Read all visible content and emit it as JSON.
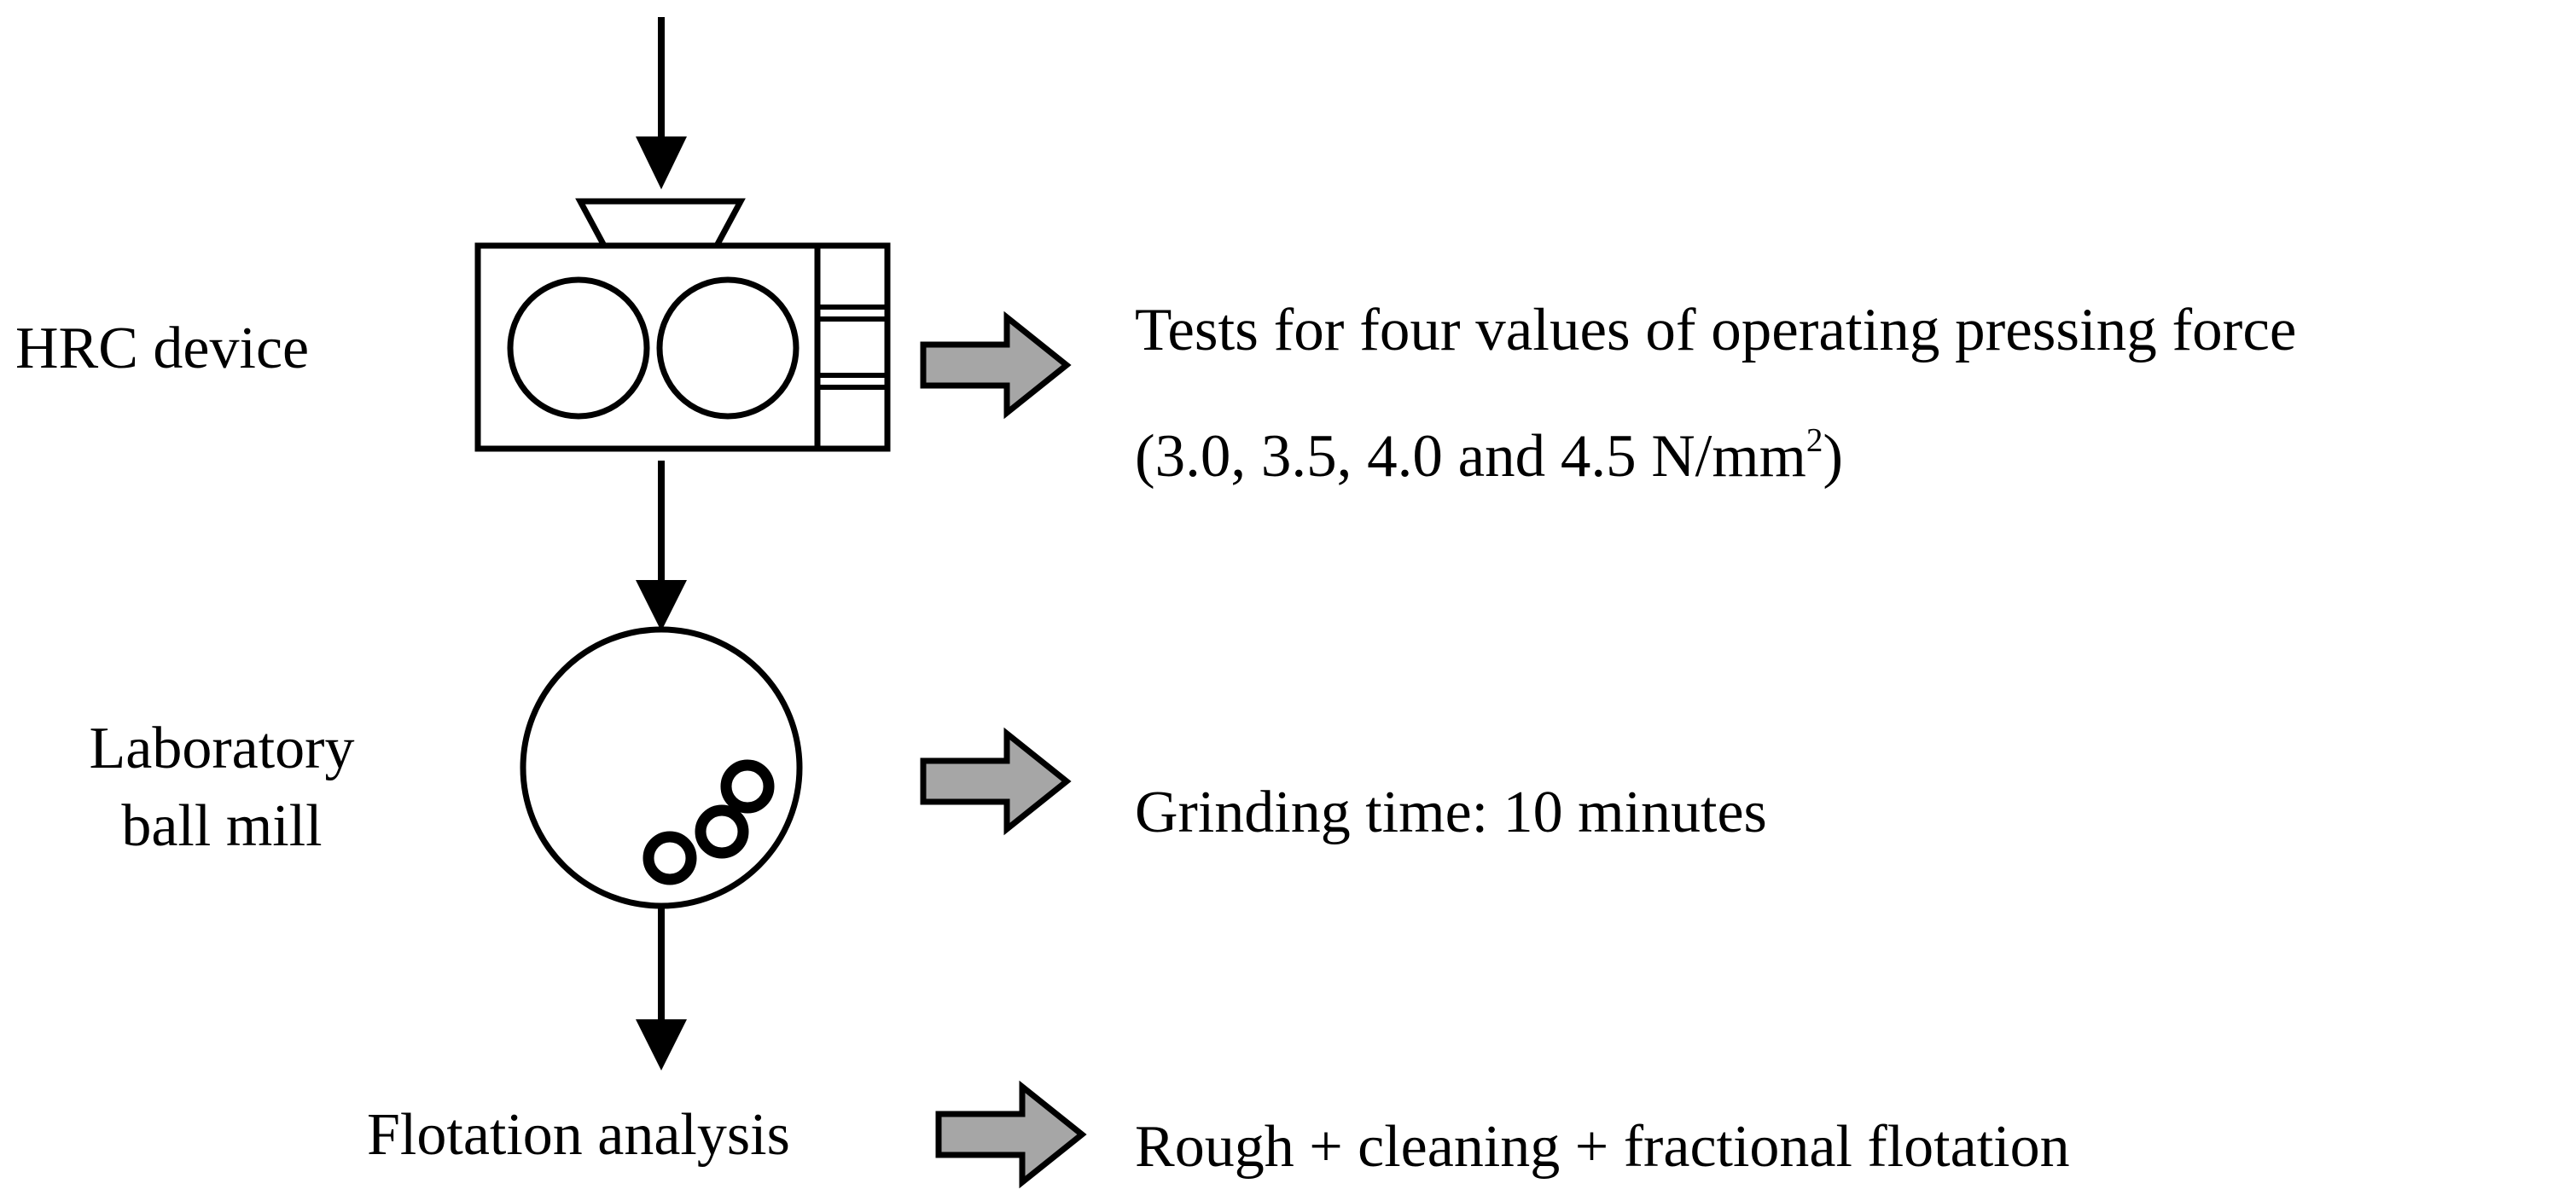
{
  "stages": {
    "hrc": {
      "label": "HRC device",
      "note_line1": "Tests for four values of operating pressing force",
      "note_line2_prefix": "(3.0, 3.5, 4.0 and 4.5 N/mm",
      "note_line2_sup": "2",
      "note_line2_suffix": ")"
    },
    "mill": {
      "label_line1": "Laboratory",
      "label_line2": "ball mill",
      "note": "Grinding time: 10 minutes"
    },
    "flotation": {
      "label": "Flotation analysis",
      "note": "Rough + cleaning + fractional flotation"
    }
  },
  "colors": {
    "line": "#000000",
    "block_arrow_fill": "#a6a6a6",
    "background": "#ffffff"
  }
}
